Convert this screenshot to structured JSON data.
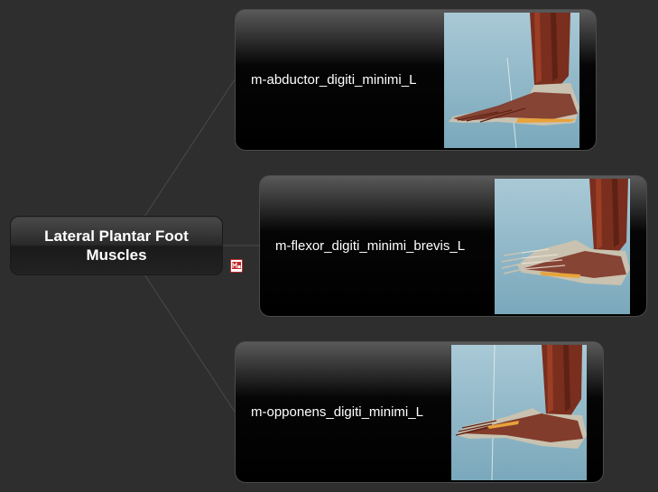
{
  "map": {
    "root": {
      "title": "Lateral Plantar Foot Muscles",
      "icon": "note-document-icon"
    },
    "children": [
      {
        "label": "m-abductor_digiti_minimi_L",
        "image": "foot-muscle-illustration",
        "highlight_color": "#e8a33a"
      },
      {
        "label": "m-flexor_digiti_minimi_brevis_L",
        "image": "foot-muscle-illustration",
        "highlight_color": "#e8a33a"
      },
      {
        "label": "m-opponens_digiti_minimi_L",
        "image": "foot-muscle-illustration",
        "highlight_color": "#e8a33a"
      }
    ]
  },
  "colors": {
    "background": "#2e2e2e",
    "node_fill": "#000000",
    "connector": "#4a4a4a",
    "image_background": "#8fb8c8",
    "muscle": "#7a2e1e",
    "bone": "#c9c2b0",
    "icon_red": "#c0282a"
  }
}
